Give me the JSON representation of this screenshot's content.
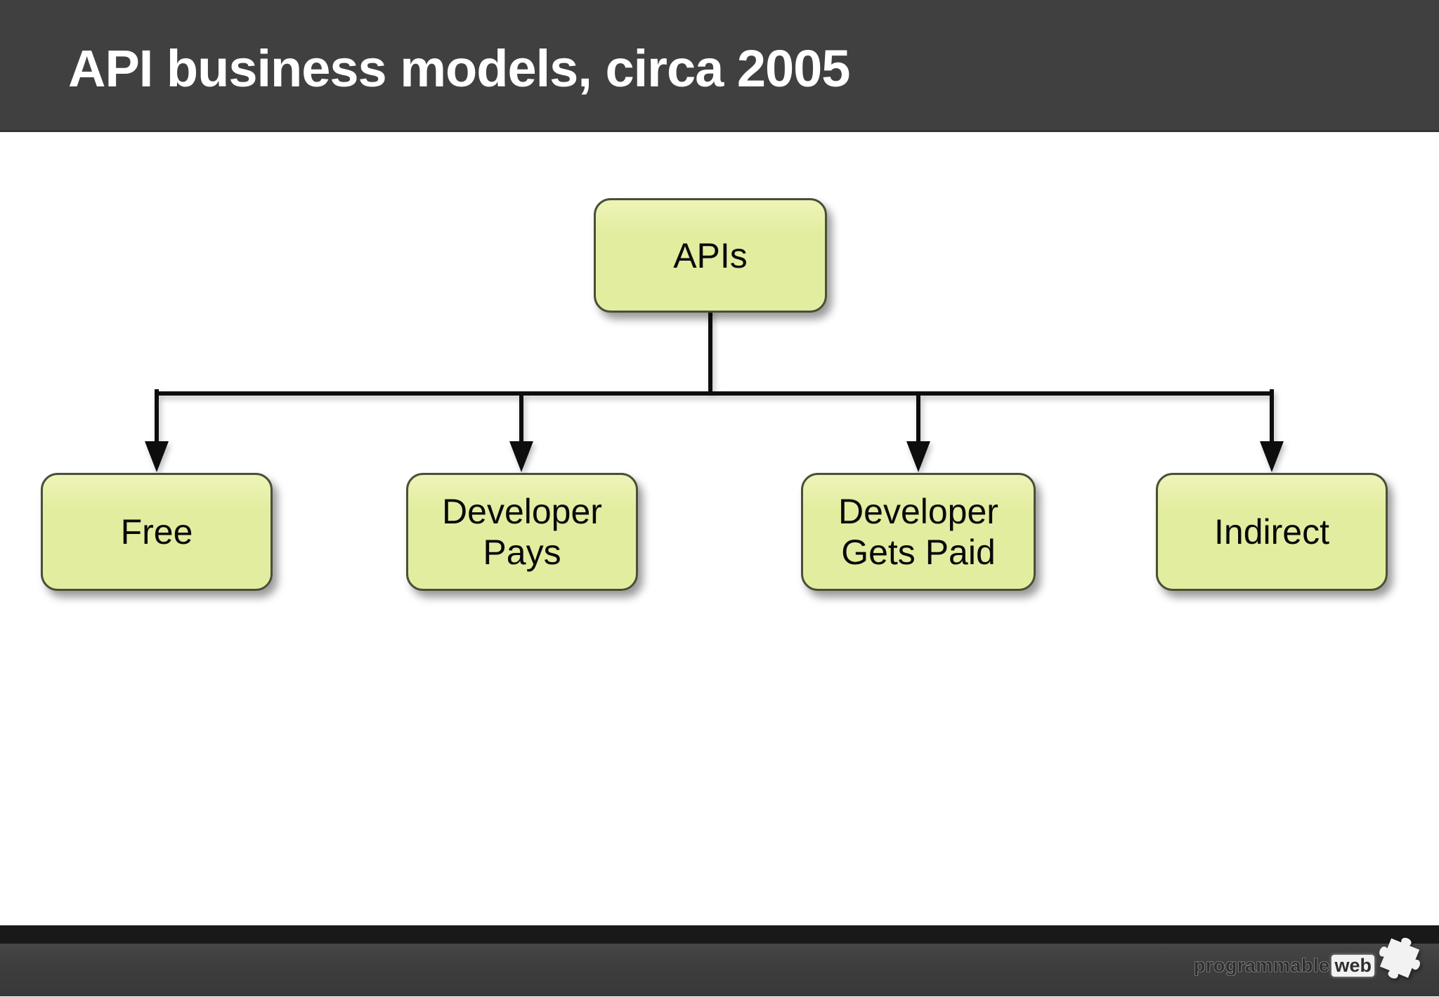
{
  "slide": {
    "title": "API business models, circa 2005"
  },
  "diagram": {
    "type": "tree-flowchart",
    "root": {
      "label": "APIs",
      "lines": [
        "APIs"
      ]
    },
    "children": [
      {
        "label": "Free",
        "lines": [
          "Free"
        ]
      },
      {
        "label": "Developer Pays",
        "lines": [
          "Developer",
          "Pays"
        ]
      },
      {
        "label": "Developer Gets Paid",
        "lines": [
          "Developer",
          "Gets Paid"
        ]
      },
      {
        "label": "Indirect",
        "lines": [
          "Indirect"
        ]
      }
    ]
  },
  "footer": {
    "brand_main": "programmable",
    "brand_suffix": "web",
    "icon": "puzzle-icon"
  },
  "colors": {
    "header-bg": "#404040",
    "title-color": "#ffffff",
    "canvas-bg": "#ffffff",
    "box-fill": "#e3eda0",
    "box-fill-light": "#eef4b8",
    "box-border": "#4a4f38",
    "line-color": "#0d0d0d",
    "footer-dark": "#191919",
    "footer-gray": "#3e3e3e",
    "logo-white": "#f2f2f2"
  }
}
